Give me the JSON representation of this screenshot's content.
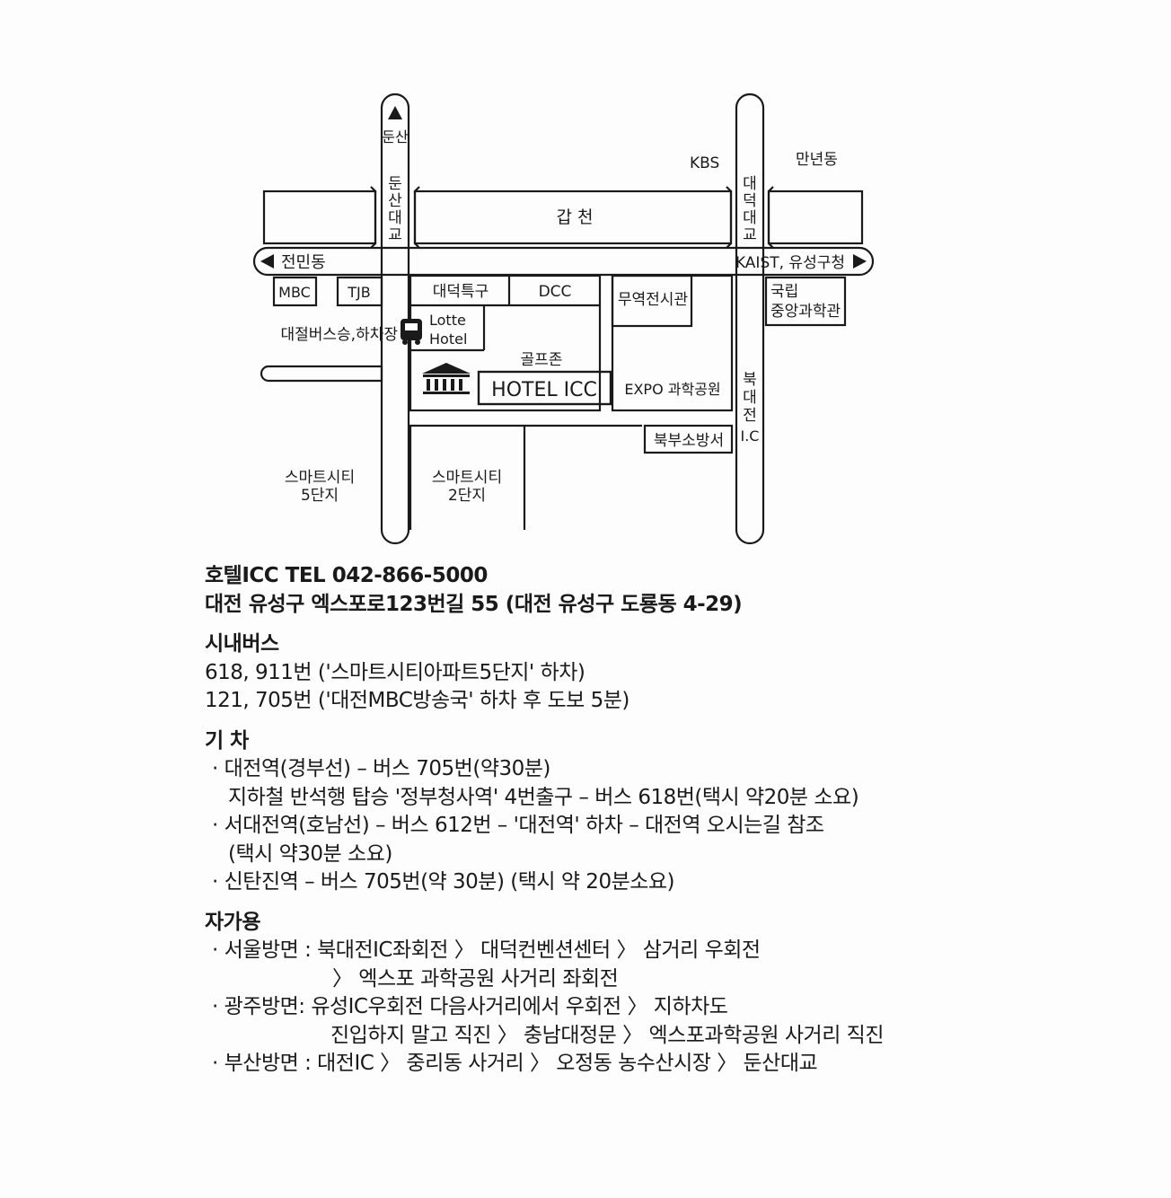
{
  "map": {
    "labels": {
      "dunsan_dir": "둔산",
      "dunsan_bridge": [
        "둔",
        "산",
        "대",
        "교"
      ],
      "daedeok_bridge": [
        "대",
        "덕",
        "대",
        "교"
      ],
      "buk_daejeon_ic": [
        "북",
        "대",
        "전",
        "I.C"
      ],
      "kbs": "KBS",
      "mannyeon": "만년동",
      "gapcheon": "갑 천",
      "jeonmin": "전민동",
      "kaist": "KAIST, 유성구청",
      "mbc": "MBC",
      "tjb": "TJB",
      "daedeok_teukgu": "대덕특구",
      "dcc": "DCC",
      "trade_hall": "무역전시관",
      "science_museum": [
        "국립",
        "중앙과학관"
      ],
      "bus_stop": "대절버스승,하차장",
      "lotte": [
        "Lotte",
        "Hotel"
      ],
      "golfzone": "골프존",
      "hotel_icc": "HOTEL ICC",
      "expo_park": "EXPO 과학공원",
      "fire_station": "북부소방서",
      "smartcity5": [
        "스마트시티",
        "5단지"
      ],
      "smartcity2": [
        "스마트시티",
        "2단지"
      ]
    },
    "icons": [
      "bus-icon",
      "hotel-building-icon",
      "arrow-up-icon",
      "arrow-left-icon",
      "arrow-right-icon"
    ]
  },
  "info": {
    "contact": "호텔ICC   TEL 042-866-5000",
    "address": "대전 유성구 엑스포로123번길 55 (대전 유성구 도룡동 4-29)",
    "bus": {
      "heading": "시내버스",
      "lines": [
        "618, 911번 ('스마트시티아파트5단지' 하차)",
        "121, 705번 ('대전MBC방송국' 하차 후 도보 5분)"
      ]
    },
    "train": {
      "heading": "기  차",
      "lines": [
        "· 대전역(경부선) – 버스 705번(약30분)",
        "지하철 반석행 탑승 '정부청사역' 4번출구 – 버스 618번(택시 약20분 소요)",
        "· 서대전역(호남선) – 버스 612번 – '대전역' 하차 – 대전역 오시는길 참조",
        "(택시 약30분 소요)",
        "· 신탄진역 – 버스 705번(약 30분) (택시 약 20분소요)"
      ]
    },
    "car": {
      "heading": "자가용",
      "lines": [
        "· 서울방면 :  북대전IC좌회전 〉 대덕컨벤션센터 〉 삼거리 우회전",
        "〉 엑스포 과학공원 사거리 좌회전",
        "· 광주방면:  유성IC우회전 다음사거리에서 우회전 〉 지하차도",
        "진입하지 말고 직진 〉 충남대정문 〉 엑스포과학공원 사거리 직진",
        "· 부산방면 :  대전IC 〉 중리동 사거리 〉 오정동 농수산시장 〉 둔산대교"
      ]
    }
  },
  "colors": {
    "ink": "#1a1a1a",
    "paper": "#fdfdfd"
  }
}
